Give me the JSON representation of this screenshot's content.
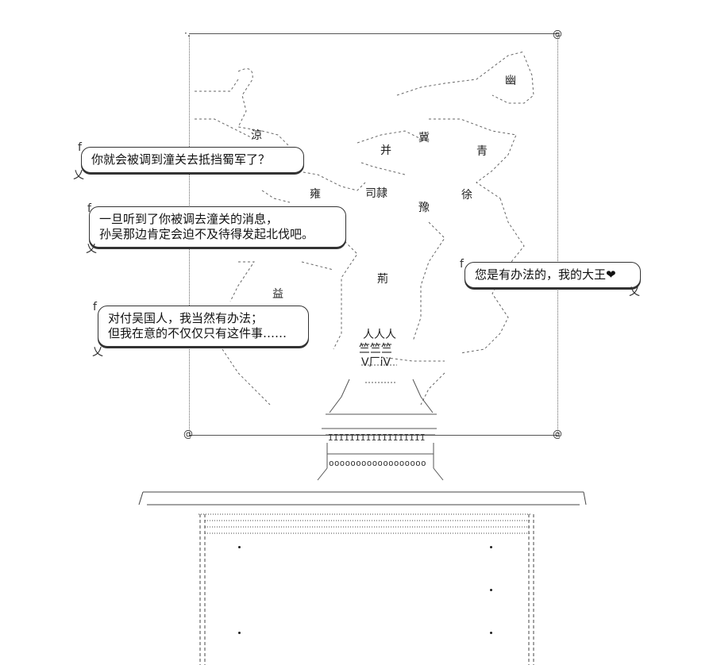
{
  "map": {
    "regions": {
      "you": "幽",
      "liang": "涼",
      "ji": "冀",
      "bing": "并",
      "qing": "青",
      "yong": "雍",
      "sili": "司隷",
      "xu": "徐",
      "yu": "豫",
      "jing": "荊",
      "yi": "益"
    }
  },
  "vase": {
    "top_crown": "人人人",
    "crown_row": "竺竺竺",
    "crown_sub": "V厂iV",
    "band_label": "IIIIIIIIIIIIIIIIII",
    "ring_label": "oooooooooooooooooo"
  },
  "bubbles": {
    "b1": {
      "lines": [
        "你就会被调到潼关去抵挡蜀军了？"
      ]
    },
    "b2": {
      "lines": [
        "一旦听到了你被调去潼关的消息，",
        "孙吴那边肯定会迫不及待得发起北伐吧。"
      ]
    },
    "b3": {
      "lines": [
        "对付吴国人，我当然有办法；",
        "但我在意的不仅仅只有这件事……"
      ]
    },
    "b4": {
      "lines": [
        "您是有办法的，我的大王❤"
      ]
    }
  },
  "speaker_marks": {
    "f": "f",
    "x": "乂"
  }
}
